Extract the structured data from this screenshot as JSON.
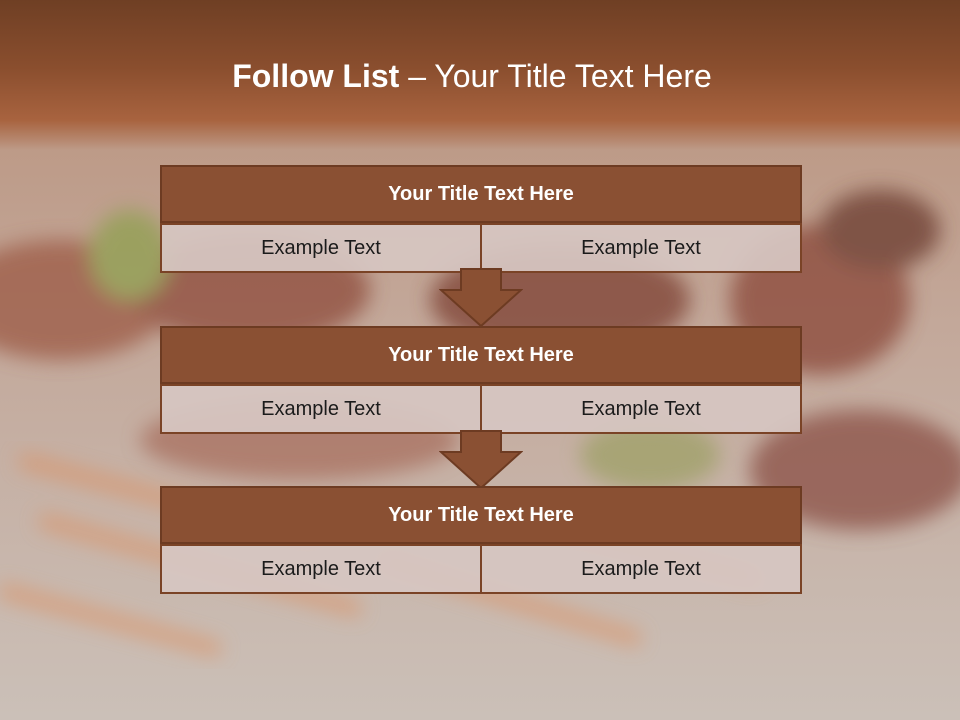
{
  "slide": {
    "title_bold": "Follow List",
    "title_rest": " – Your Title Text Here"
  },
  "blocks": [
    {
      "title": "Your Title Text Here",
      "left_text": "Example Text",
      "right_text": "Example Text"
    },
    {
      "title": "Your Title Text Here",
      "left_text": "Example Text",
      "right_text": "Example Text"
    },
    {
      "title": "Your Title Text Here",
      "left_text": "Example Text",
      "right_text": "Example Text"
    }
  ],
  "colors": {
    "header_fill": "#8a5033",
    "header_border": "#6d3b22",
    "cell_fill": "#d6c6c2",
    "arrow_fill": "#8a5033"
  }
}
